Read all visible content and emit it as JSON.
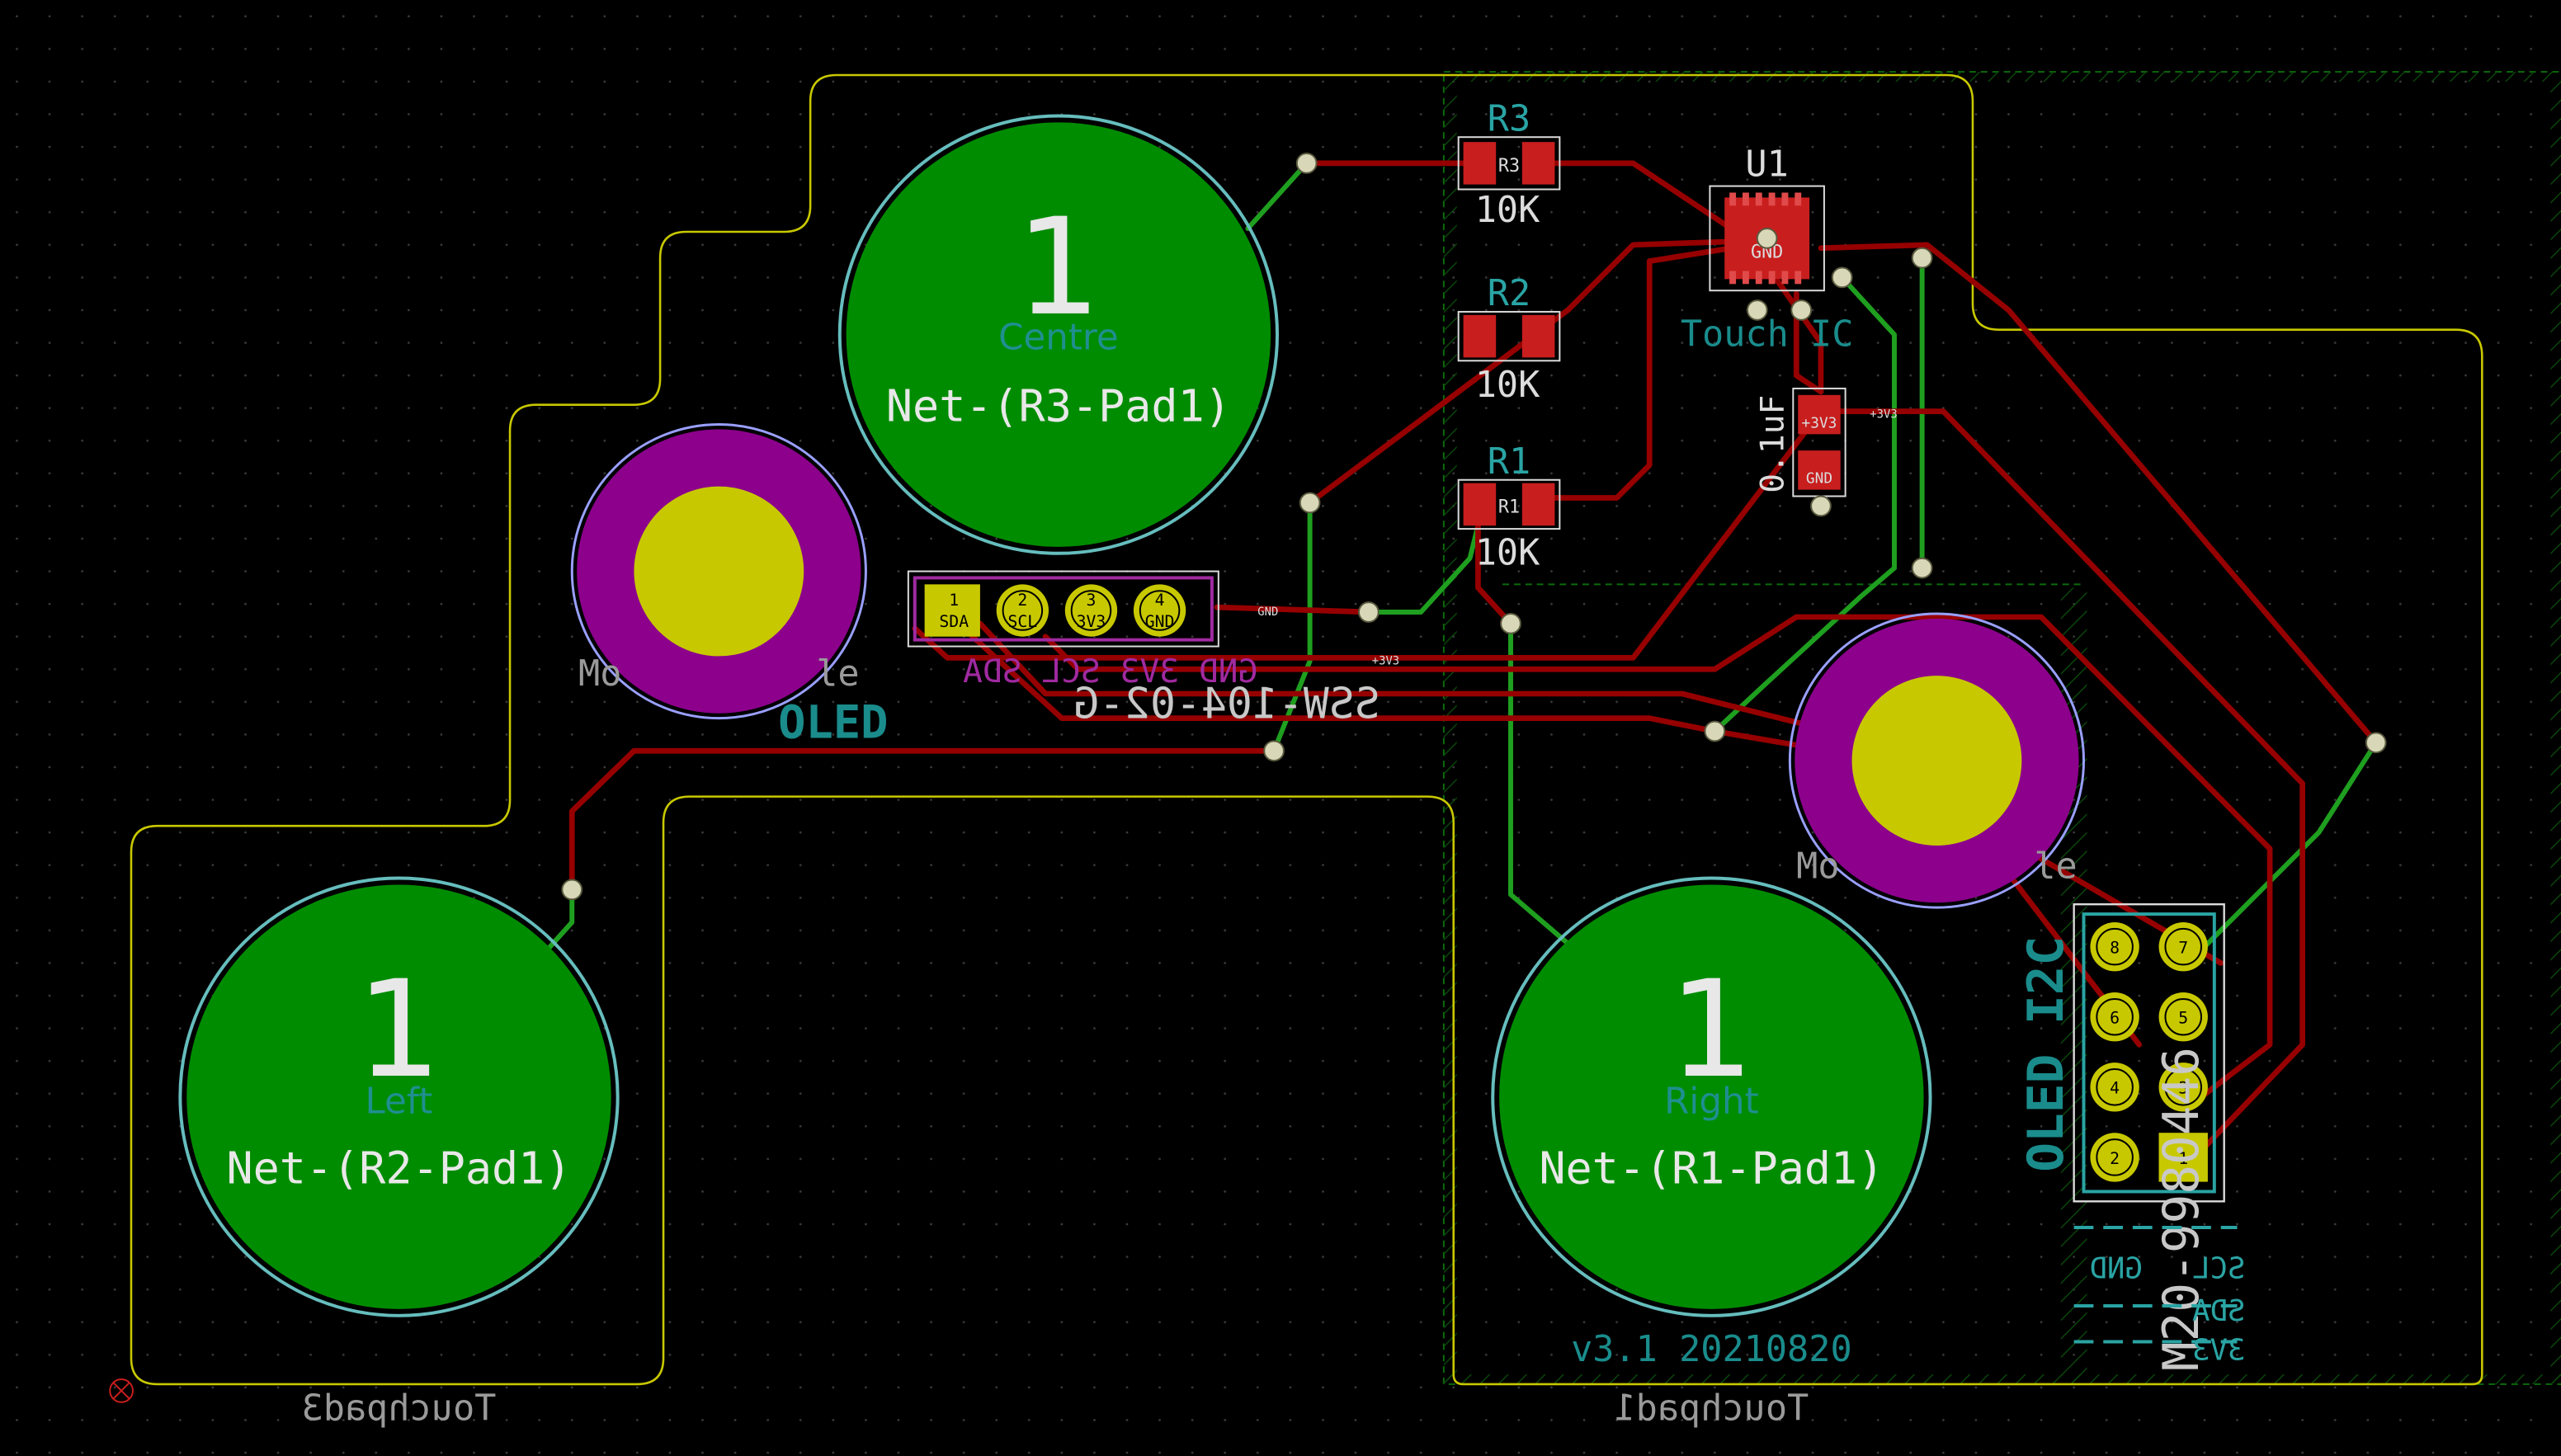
{
  "colors": {
    "background": "#000000",
    "grid": "#3a3a3a",
    "outline": "#c8c800",
    "pad_green": "#008c00",
    "pad_ring": "#66bdbd",
    "track_red": "#960000",
    "track_green": "#1f9f1f",
    "smd_pad": "#c81e1e",
    "mount_ring": "#8c008c",
    "mount_hole": "#c8c800",
    "silk_white": "#dcdcdc",
    "silk_cyan": "#1a8c8c",
    "silk_blue": "#3333ff",
    "silk_magenta": "#a02aa0",
    "ref_cyan": "#2aa4a4"
  },
  "touch_pads": [
    {
      "number": "1",
      "name": "Centre",
      "net": "Net-(R3-Pad1)"
    },
    {
      "number": "1",
      "name": "Left",
      "net": "Net-(R2-Pad1)"
    },
    {
      "number": "1",
      "name": "Right",
      "net": "Net-(R1-Pad1)"
    }
  ],
  "resistors": [
    {
      "ref": "R3",
      "value": "10K",
      "pad_label": "R3"
    },
    {
      "ref": "R2",
      "value": "10K",
      "pad_label": ""
    },
    {
      "ref": "R1",
      "value": "10K",
      "pad_label": "R1"
    }
  ],
  "ic": {
    "ref": "U1",
    "value": "Touch IC",
    "pad_label": "GND"
  },
  "capacitor": {
    "value": "0.1uF",
    "pin1_net": "+3V3",
    "pin2_net": "GND"
  },
  "header_top": {
    "pins": [
      {
        "number": "1",
        "name": "SDA"
      },
      {
        "number": "2",
        "name": "SCL"
      },
      {
        "number": "3",
        "name": "3V3"
      },
      {
        "number": "4",
        "name": "GND"
      }
    ],
    "label_oled": "OLED",
    "label_silk": "SSW-104-02-G",
    "label_nets": "GND 3V3 SCL SDA",
    "mount_text": "Mo         le"
  },
  "header_right": {
    "ref": "OLED I2C",
    "part": "M20-9980446",
    "pin_numbers": [
      "8",
      "7",
      "6",
      "5",
      "4",
      "3",
      "2",
      "1"
    ],
    "pin_nets": [
      "GND",
      "SCL",
      "SDA",
      "3V3"
    ],
    "mount_text": "Mo         le"
  },
  "net_labels": {
    "gnd": "GND",
    "v33": "+3V3"
  },
  "version": "v3.1 20210820",
  "board_labels": [
    "Touchpad3",
    "Touchpad1"
  ]
}
